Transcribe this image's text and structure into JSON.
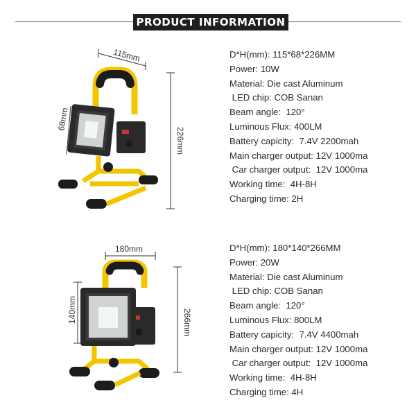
{
  "header": {
    "title": "PRODUCT INFORMATION"
  },
  "products": [
    {
      "dims": {
        "width": "115mm",
        "height_head": "68mm",
        "height_total": "226mm"
      },
      "specs": [
        "D*H(mm): 115*68*226MM",
        "Power: 10W",
        "Material: Die cast Aluminum",
        " LED chip: COB Sanan",
        "Beam angle:  120°",
        "Luminous Flux: 400LM",
        "Battery capicity:  7.4V 2200mah",
        "Main charger output: 12V 1000ma",
        " Car charger output:  12V 1000ma",
        "Working time:  4H-8H",
        "Charging time: 2H"
      ]
    },
    {
      "dims": {
        "width": "180mm",
        "height_head": "140mm",
        "height_total": "266mm"
      },
      "specs": [
        "D*H(mm): 180*140*266MM",
        "Power: 20W",
        "Material: Die cast Aluminum",
        " LED chip: COB Sanan",
        "Beam angle:  120°",
        "Luminous Flux: 800LM",
        "Battery capicity:  7.4V 4400mah",
        "Main charger output: 12V 1000ma",
        " Car charger output:  12V 1000ma",
        "Working time:  4H-8H",
        "Charging time: 4H"
      ]
    }
  ],
  "colors": {
    "frame": "#f2c500",
    "rubber": "#1c1c1c",
    "lamp_body": "#2a2a2a",
    "led": "#e9ecea"
  }
}
